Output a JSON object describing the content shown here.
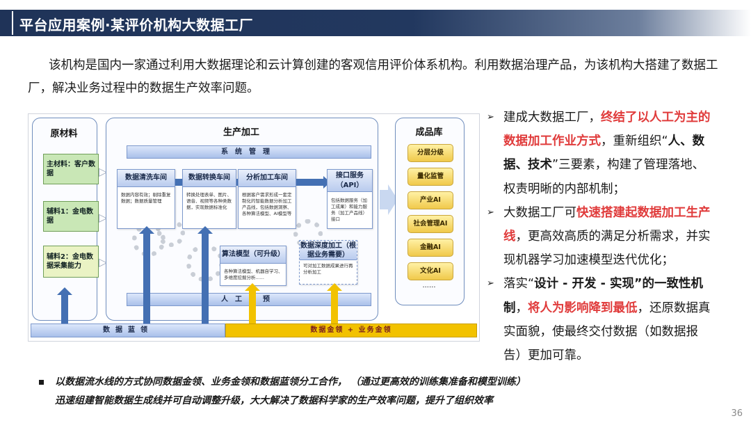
{
  "title": "平台应用案例·某评价机构大数据工厂",
  "intro": "该机构是国内一家通过利用大数据理论和云计算创建的客观信用评价体系机构。利用数据治理产品，为该机构大搭建了数据工厂，解决业务过程中的数据生产效率问题。",
  "diagram": {
    "raw_title": "原材料",
    "raw_items": [
      "主材料：客户数据",
      "辅料1：金电数据",
      "辅料2：金电数据采集能力"
    ],
    "process_title": "生产加工",
    "system_mgmt": "系统管理",
    "human_intervention": "人工干预",
    "cards": [
      {
        "title": "数据清洗车间",
        "body": "数据内容有效；剔除重复数据；数据质量管理"
      },
      {
        "title": "数据转换车间",
        "body": "转换处理表单、图片、语音、视频等各种类数据，实现数据标准化"
      },
      {
        "title": "分析加工车间",
        "body": "根据客户需求形成一套定制化的智能数据分析加工产品线，包括数据洞察、各种算法模型、AI模型等"
      },
      {
        "title": "接口服务（API）",
        "body": "包括数据服务（加工成果）和能力服务（加工产品线）接口"
      }
    ],
    "algo": {
      "title": "算法模型（可升级）",
      "body": "各种算法模型、机器自学习、多维度挖掘分析......"
    },
    "depth": {
      "title": "数据深度加工（根据业务需要）",
      "body": "可对加工数据成果进行再分析加工"
    },
    "blue_band": "数据蓝领",
    "gold_band": "数据金领 + 业务金领",
    "product_title": "成品库",
    "products": [
      "分层分级",
      "量化监管",
      "产业AI",
      "社会管理AI",
      "金融AI",
      "文化AI"
    ],
    "product_more": "......"
  },
  "bullets": {
    "b1_a": "建成大数据工厂，",
    "b1_red": "终结了以人工为主的数据加工作业方式",
    "b1_b": "，重新组织“",
    "b1_bold": "人、数据、技术",
    "b1_c": "”三要素，构建了管理落地、权责明晰的内部机制；",
    "b2_a": "大数据工厂可",
    "b2_red": "快速搭建起数据加工生产线",
    "b2_b": "，更高效高质的满足分析需求，并实现机器学习加速模型迭代优化；",
    "b3_a": "落实“",
    "b3_bold": "设计 - 开发 - 实现",
    "b3_b": "”的一致性机制",
    "b3_c": "，",
    "b3_red": "将人为影响降到最低",
    "b3_d": "，还原数据真实面貌，使最终交付数据（如数据报告）更加可靠。"
  },
  "footer": {
    "line1": "以数据流水线的方式协同数据金领、业务金领和数据蓝领分工合作，  （通过更高效的训练集准备和模型训练）",
    "line2": "迅速组建智能数据生成线并可自动调整升级，大大解决了数据科学家的生产效率问题，提升了组织效率"
  },
  "page_number": "36"
}
